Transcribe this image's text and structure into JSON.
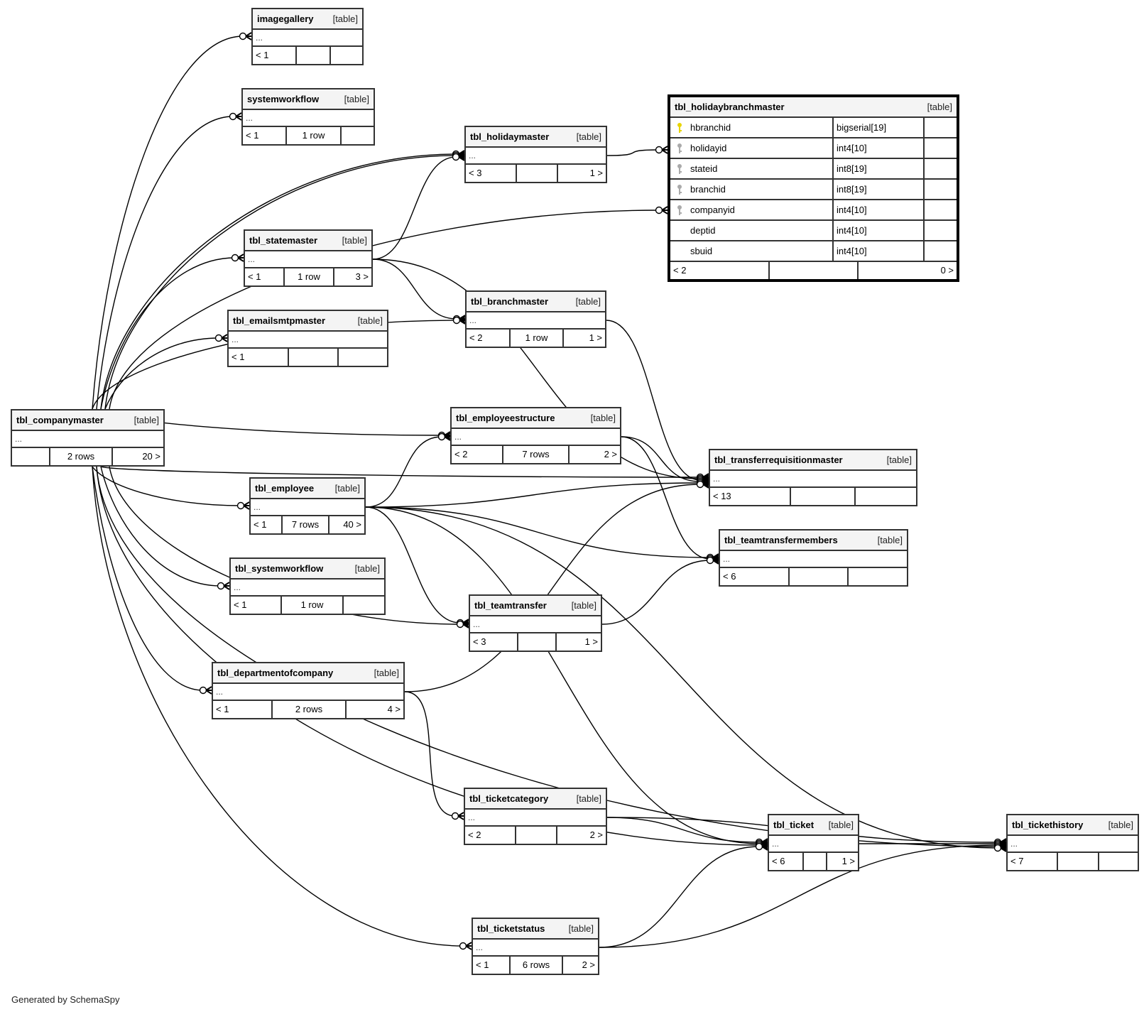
{
  "diagram": {
    "footer": "Generated by SchemaSpy",
    "focus_table": {
      "name": "tbl_holidaybranchmaster",
      "kind": "[table]",
      "columns": [
        {
          "name": "hbranchid",
          "type": "bigserial[19]",
          "icon": "primary-key-icon",
          "key_color": "#e8d400"
        },
        {
          "name": "holidayid",
          "type": "int4[10]",
          "icon": "foreign-key-icon",
          "key_color": "#aaaaaa"
        },
        {
          "name": "stateid",
          "type": "int8[19]",
          "icon": "foreign-key-icon",
          "key_color": "#aaaaaa"
        },
        {
          "name": "branchid",
          "type": "int8[19]",
          "icon": "foreign-key-icon",
          "key_color": "#aaaaaa"
        },
        {
          "name": "companyid",
          "type": "int4[10]",
          "icon": "foreign-key-icon",
          "key_color": "#aaaaaa"
        },
        {
          "name": "deptid",
          "type": "int4[10]",
          "icon": "",
          "key_color": ""
        },
        {
          "name": "sbuid",
          "type": "int4[10]",
          "icon": "",
          "key_color": ""
        }
      ],
      "footer": [
        "< 2",
        "",
        "0 >"
      ]
    },
    "tables": [
      {
        "id": "imagegallery",
        "name": "imagegallery",
        "kind": "[table]",
        "body": "...",
        "footer": [
          "< 1",
          "",
          ""
        ]
      },
      {
        "id": "systemworkflow",
        "name": "systemworkflow",
        "kind": "[table]",
        "body": "...",
        "footer": [
          "< 1",
          "1 row",
          ""
        ]
      },
      {
        "id": "holidaymaster",
        "name": "tbl_holidaymaster",
        "kind": "[table]",
        "body": "...",
        "footer": [
          "< 3",
          "",
          "1 >"
        ]
      },
      {
        "id": "statemaster",
        "name": "tbl_statemaster",
        "kind": "[table]",
        "body": "...",
        "footer": [
          "< 1",
          "1 row",
          "3 >"
        ]
      },
      {
        "id": "emailsmtpmaster",
        "name": "tbl_emailsmtpmaster",
        "kind": "[table]",
        "body": "...",
        "footer": [
          "< 1",
          "",
          ""
        ]
      },
      {
        "id": "branchmaster",
        "name": "tbl_branchmaster",
        "kind": "[table]",
        "body": "...",
        "footer": [
          "< 2",
          "1 row",
          "1 >"
        ]
      },
      {
        "id": "companymaster",
        "name": "tbl_companymaster",
        "kind": "[table]",
        "body": "...",
        "footer": [
          "",
          "2 rows",
          "20 >"
        ]
      },
      {
        "id": "employeestructure",
        "name": "tbl_employeestructure",
        "kind": "[table]",
        "body": "...",
        "footer": [
          "< 2",
          "7 rows",
          "2 >"
        ]
      },
      {
        "id": "transferrequisitionmaster",
        "name": "tbl_transferrequisitionmaster",
        "kind": "[table]",
        "body": "...",
        "footer": [
          "< 13",
          "",
          ""
        ]
      },
      {
        "id": "employee",
        "name": "tbl_employee",
        "kind": "[table]",
        "body": "...",
        "footer": [
          "< 1",
          "7 rows",
          "40 >"
        ]
      },
      {
        "id": "teamtransfermembers",
        "name": "tbl_teamtransfermembers",
        "kind": "[table]",
        "body": "...",
        "footer": [
          "< 6",
          "",
          ""
        ]
      },
      {
        "id": "systemworkflow2",
        "name": "tbl_systemworkflow",
        "kind": "[table]",
        "body": "...",
        "footer": [
          "< 1",
          "1 row",
          ""
        ]
      },
      {
        "id": "teamtransfer",
        "name": "tbl_teamtransfer",
        "kind": "[table]",
        "body": "...",
        "footer": [
          "< 3",
          "",
          "1 >"
        ]
      },
      {
        "id": "departmentofcompany",
        "name": "tbl_departmentofcompany",
        "kind": "[table]",
        "body": "...",
        "footer": [
          "< 1",
          "2 rows",
          "4 >"
        ]
      },
      {
        "id": "ticketcategory",
        "name": "tbl_ticketcategory",
        "kind": "[table]",
        "body": "...",
        "footer": [
          "< 2",
          "",
          "2 >"
        ]
      },
      {
        "id": "ticket",
        "name": "tbl_ticket",
        "kind": "[table]",
        "body": "...",
        "footer": [
          "< 6",
          "",
          "1 >"
        ]
      },
      {
        "id": "tickethistory",
        "name": "tbl_tickethistory",
        "kind": "[table]",
        "body": "...",
        "footer": [
          "< 7",
          "",
          ""
        ]
      },
      {
        "id": "ticketstatus",
        "name": "tbl_ticketstatus",
        "kind": "[table]",
        "body": "...",
        "footer": [
          "< 1",
          "6 rows",
          "2 >"
        ]
      }
    ],
    "relationships": [
      {
        "from": "companymaster",
        "to": "imagegallery"
      },
      {
        "from": "companymaster",
        "to": "systemworkflow"
      },
      {
        "from": "companymaster",
        "to": "holidaymaster"
      },
      {
        "from": "companymaster",
        "to": "holidaymaster"
      },
      {
        "from": "companymaster",
        "to": "holidaybranchmaster"
      },
      {
        "from": "holidaymaster",
        "to": "holidaybranchmaster"
      },
      {
        "from": "statemaster",
        "to": "holidaymaster"
      },
      {
        "from": "companymaster",
        "to": "statemaster"
      },
      {
        "from": "companymaster",
        "to": "emailsmtpmaster"
      },
      {
        "from": "statemaster",
        "to": "branchmaster"
      },
      {
        "from": "companymaster",
        "to": "branchmaster"
      },
      {
        "from": "companymaster",
        "to": "employeestructure"
      },
      {
        "from": "companymaster",
        "to": "transferrequisitionmaster"
      },
      {
        "from": "statemaster",
        "to": "transferrequisitionmaster"
      },
      {
        "from": "branchmaster",
        "to": "transferrequisitionmaster"
      },
      {
        "from": "employeestructure",
        "to": "transferrequisitionmaster"
      },
      {
        "from": "employee",
        "to": "transferrequisitionmaster"
      },
      {
        "from": "employee",
        "to": "teamtransfermembers"
      },
      {
        "from": "employeestructure",
        "to": "teamtransfermembers"
      },
      {
        "from": "teamtransfer",
        "to": "teamtransfermembers"
      },
      {
        "from": "companymaster",
        "to": "employee"
      },
      {
        "from": "employee",
        "to": "employeestructure"
      },
      {
        "from": "companymaster",
        "to": "systemworkflow2"
      },
      {
        "from": "employee",
        "to": "teamtransfer"
      },
      {
        "from": "companymaster",
        "to": "teamtransfer"
      },
      {
        "from": "companymaster",
        "to": "departmentofcompany"
      },
      {
        "from": "departmentofcompany",
        "to": "transferrequisitionmaster"
      },
      {
        "from": "departmentofcompany",
        "to": "ticketcategory"
      },
      {
        "from": "ticketcategory",
        "to": "ticket"
      },
      {
        "from": "ticketcategory",
        "to": "tickethistory"
      },
      {
        "from": "employee",
        "to": "ticket"
      },
      {
        "from": "companymaster",
        "to": "ticket"
      },
      {
        "from": "ticket",
        "to": "tickethistory"
      },
      {
        "from": "ticketstatus",
        "to": "ticket"
      },
      {
        "from": "ticketstatus",
        "to": "tickethistory"
      },
      {
        "from": "companymaster",
        "to": "ticketstatus"
      },
      {
        "from": "companymaster",
        "to": "tickethistory"
      },
      {
        "from": "employee",
        "to": "tickethistory"
      }
    ]
  }
}
